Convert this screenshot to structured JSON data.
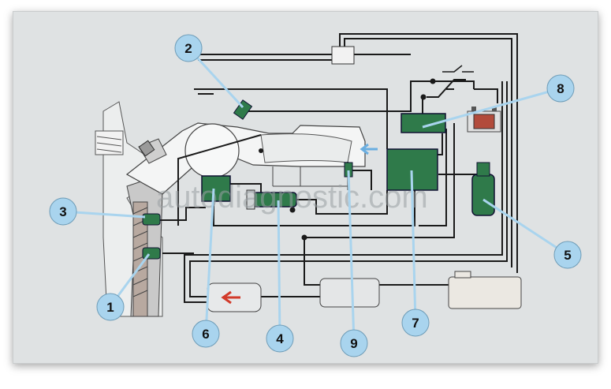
{
  "watermark": "autodiagnostic.com",
  "callouts": [
    {
      "id": "1",
      "label": "1"
    },
    {
      "id": "2",
      "label": "2"
    },
    {
      "id": "3",
      "label": "3"
    },
    {
      "id": "4",
      "label": "4"
    },
    {
      "id": "5",
      "label": "5"
    },
    {
      "id": "6",
      "label": "6"
    },
    {
      "id": "7",
      "label": "7"
    },
    {
      "id": "8",
      "label": "8"
    },
    {
      "id": "9",
      "label": "9"
    }
  ],
  "colors": {
    "component_green": "#2f7a4a",
    "callout_fill": "#a9d4ee",
    "wire": "#1a1a1a",
    "panel_bg": "#dfe2e3",
    "arrow_red": "#d23a2a",
    "arrow_blue": "#6aaee0"
  }
}
